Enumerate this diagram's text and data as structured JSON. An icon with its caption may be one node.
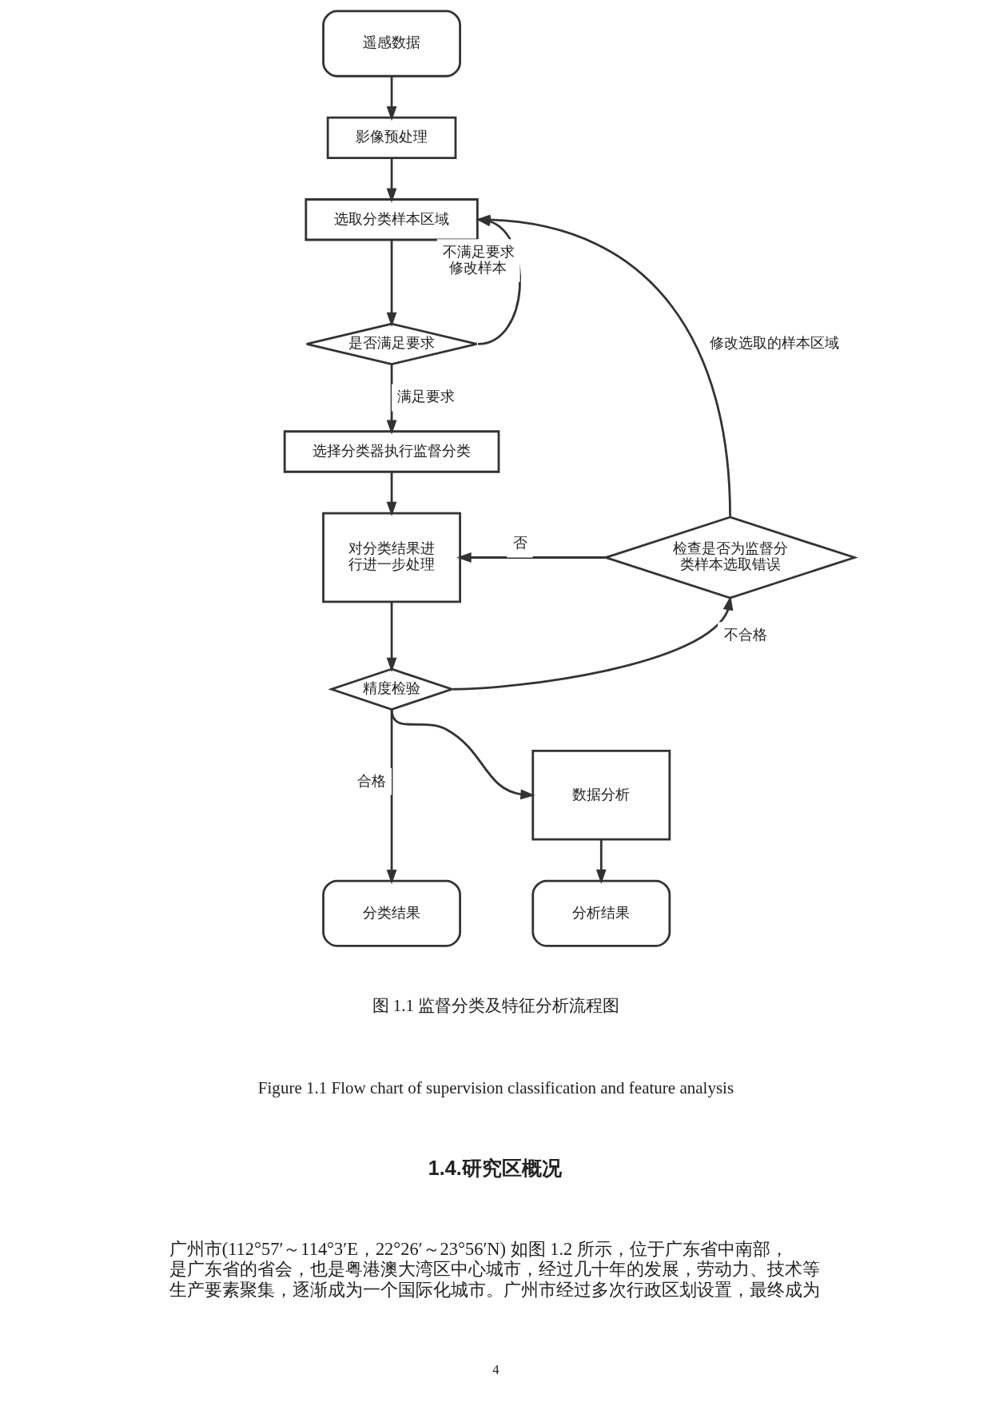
{
  "diagram": {
    "nodes": [
      {
        "text": [
          "遥感数据"
        ]
      },
      {
        "text": [
          "影像预处理"
        ]
      },
      {
        "text": [
          "选取分类样本区域"
        ]
      },
      {
        "text": [
          "是否满足要求"
        ]
      },
      {
        "text": [
          "选择分类器执行监督分类"
        ]
      },
      {
        "text": [
          "对分类结果进行进一步处理"
        ]
      },
      {
        "text": [
          "检查是否为监督分类样本选取错误"
        ]
      },
      {
        "text": [
          "精度检验"
        ]
      },
      {
        "text": [
          "数据分析"
        ]
      },
      {
        "text": [
          "分类结果"
        ]
      },
      {
        "text": [
          "分析结果"
        ]
      }
    ],
    "edges": [
      {
        "from": 0,
        "to": 1,
        "arrow": "to"
      },
      {
        "from": 1,
        "to": 2,
        "arrow": "to"
      },
      {
        "from": 2,
        "to": 3,
        "arrow": "to"
      },
      {
        "from": 3,
        "to": 2,
        "arrow": "to",
        "label": "不满足要求修改样本"
      },
      {
        "from": 3,
        "to": 4,
        "arrow": "to",
        "label": "满足要求"
      },
      {
        "from": 4,
        "to": 5,
        "arrow": "to"
      },
      {
        "from": 6,
        "to": 5,
        "arrow": "to",
        "label": "否"
      },
      {
        "from": 6,
        "to": 2,
        "arrow": "to",
        "label": "修改选取的样本区域"
      },
      {
        "from": 5,
        "to": 7,
        "arrow": "to"
      },
      {
        "from": 7,
        "to": 6,
        "arrow": "to",
        "label": "不合格"
      },
      {
        "from": 7,
        "to": 9,
        "arrow": "to",
        "label": "合格"
      },
      {
        "from": 7,
        "to": 8,
        "arrow": "to"
      },
      {
        "from": 8,
        "to": 10,
        "arrow": "to"
      }
    ],
    "labels": [
      "图 1.1 监督分类及特征分析流程图",
      "Figure 1.1 Flow chart of supervision classification and feature analysis",
      "1.4.研究区概况",
      "广州市(112°57′～114°3′E，22°26′～23°56′N) 如图 1.2 所示，位于广东省中南部，是广东省的省会，也是粤港澳大湾区中心城市，经过几十年的发展，劳动力、技术等生产要素聚集，逐渐成为一个国际化城市。广州市经过多次行政区划设置，最终成为",
      "4"
    ]
  }
}
